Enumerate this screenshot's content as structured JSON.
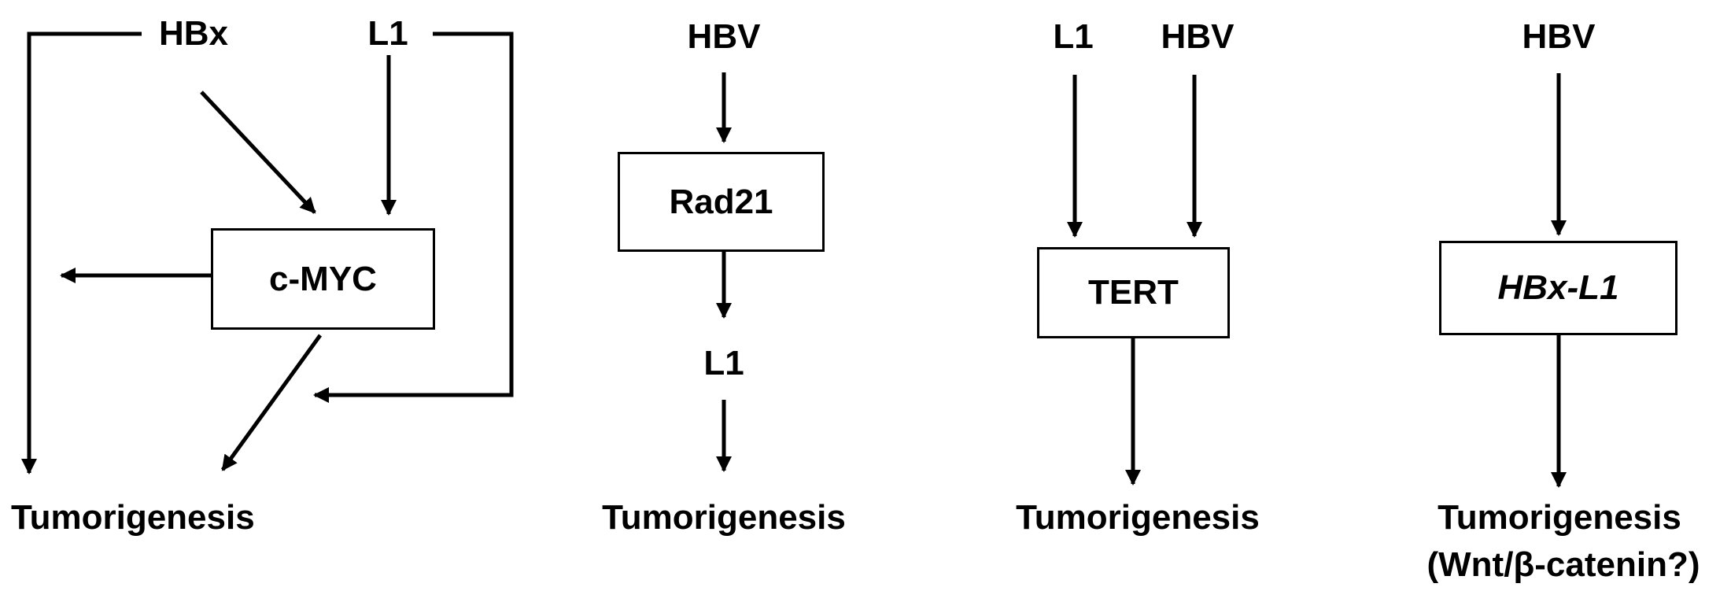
{
  "panel1": {
    "hbx": "HBx",
    "l1": "L1",
    "box": "c-MYC",
    "outcome": "Tumorigenesis"
  },
  "panel2": {
    "hbv": "HBV",
    "box": "Rad21",
    "l1": "L1",
    "outcome": "Tumorigenesis"
  },
  "panel3": {
    "l1": "L1",
    "hbv": "HBV",
    "box": "TERT",
    "outcome": "Tumorigenesis"
  },
  "panel4": {
    "hbv": "HBV",
    "box": "HBx-L1",
    "outcome": "Tumorigenesis",
    "outcome_note": "(Wnt/β-catenin?)"
  }
}
